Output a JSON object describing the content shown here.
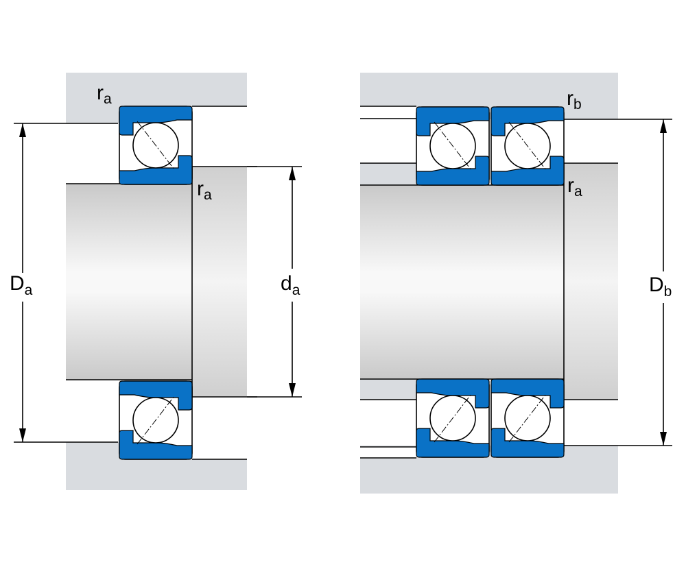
{
  "labels": {
    "ra_left_top": {
      "main": "r",
      "sub": "a"
    },
    "ra_left_corner": {
      "main": "r",
      "sub": "a"
    },
    "Da": {
      "main": "D",
      "sub": "a"
    },
    "da": {
      "main": "d",
      "sub": "a"
    },
    "rb_right_top": {
      "main": "r",
      "sub": "b"
    },
    "ra_right_corner": {
      "main": "r",
      "sub": "a"
    },
    "Db": {
      "main": "D",
      "sub": "b"
    }
  },
  "colors": {
    "housing": "#d9dce0",
    "ring_blue": "#0a72c6",
    "ball": "#ffffff",
    "line": "#000000",
    "shaft_light": "#f7f7f7",
    "shaft_dark": "#c8c8c8"
  }
}
